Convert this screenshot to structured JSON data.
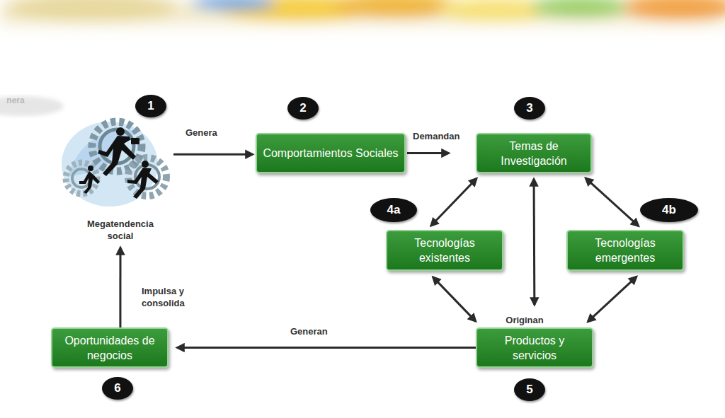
{
  "diagram": {
    "nodes": [
      {
        "text": [
          "Megatendencia social"
        ]
      },
      {
        "text": [
          "Comportamientos Sociales"
        ]
      },
      {
        "text": [
          "Temas de Investigación"
        ]
      },
      {
        "text": [
          "Tecnologías existentes"
        ]
      },
      {
        "text": [
          "Tecnologías emergentes"
        ]
      },
      {
        "text": [
          "Productos y servicios"
        ]
      },
      {
        "text": [
          "Oportunidades de negocios"
        ]
      }
    ],
    "edges": [
      {
        "from": 0,
        "to": 1,
        "label": "Genera",
        "arrow": "to"
      },
      {
        "from": 1,
        "to": 2,
        "label": "Demandan",
        "arrow": "to"
      },
      {
        "from": 2,
        "to": 3,
        "arrow": "both"
      },
      {
        "from": 2,
        "to": 4,
        "arrow": "both"
      },
      {
        "from": 2,
        "to": 5,
        "arrow": "both"
      },
      {
        "from": 3,
        "to": 5,
        "arrow": "both"
      },
      {
        "from": 4,
        "to": 5,
        "arrow": "both"
      },
      {
        "from": 5,
        "to": 6,
        "label": "Generan",
        "arrow": "to"
      },
      {
        "from": 6,
        "to": 0,
        "label": "Impulsa y consolida",
        "arrow": "to"
      }
    ],
    "labels": [
      "1",
      "2",
      "3",
      "4a",
      "4b",
      "5",
      "6",
      "Originan",
      "nera"
    ]
  }
}
